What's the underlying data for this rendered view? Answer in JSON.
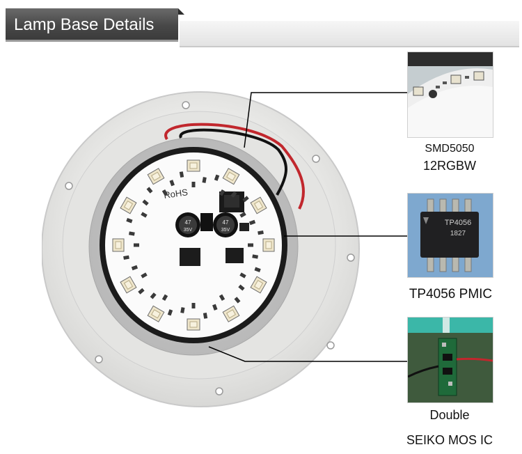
{
  "header": {
    "title": "Lamp Base Details"
  },
  "callouts": [
    {
      "id": "smd",
      "line1": "SMD5050",
      "line2": "12RGBW"
    },
    {
      "id": "pmic",
      "line1": "TP4056 PMIC"
    },
    {
      "id": "mos",
      "line1": "Double",
      "line2": "SEIKO MOS IC"
    }
  ],
  "chip_markings": {
    "pmic_top": "TP4056",
    "pmic_bottom": "1827",
    "cap_left": "47 35V",
    "cap_right": "47 35V",
    "rohs": "RoHS"
  },
  "colors": {
    "header_bg": "#484848",
    "header_text": "#ffffff",
    "callout_line": "#000000",
    "pcb": "#ffffff",
    "housing": "#ececec"
  }
}
